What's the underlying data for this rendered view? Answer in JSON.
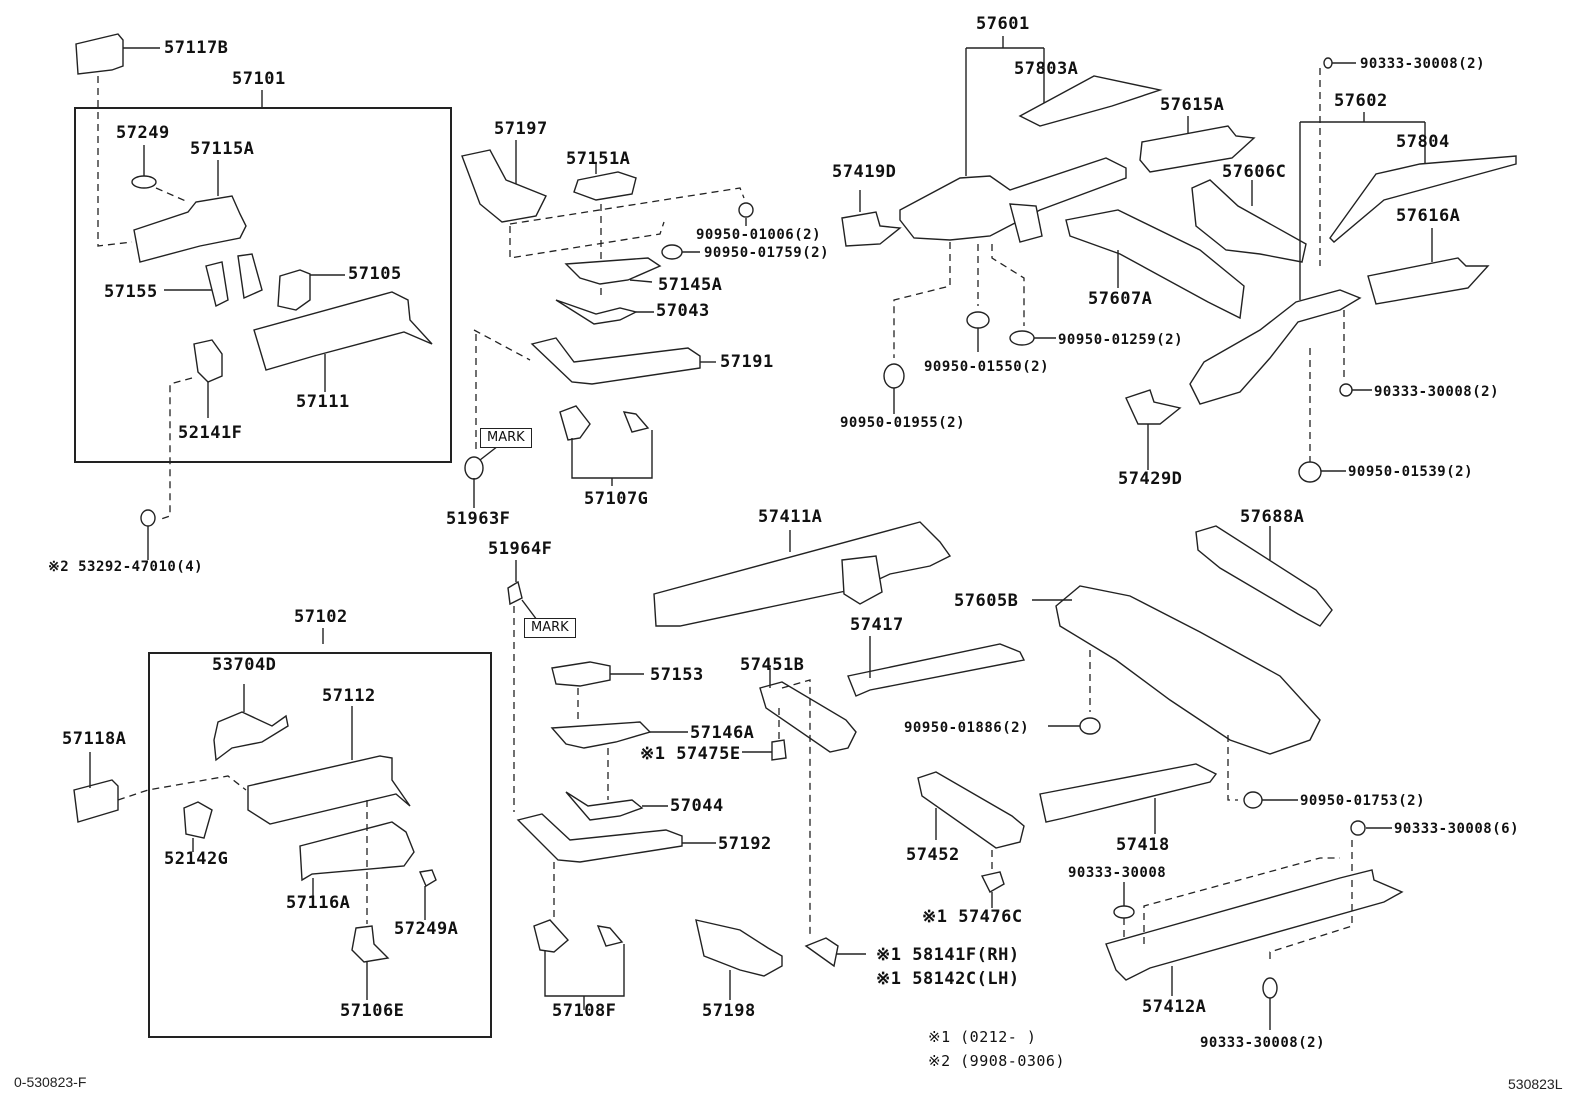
{
  "diagram": {
    "title": "Front floor / side member parts diagram",
    "ref_left": "0-530823-F",
    "ref_right": "530823L",
    "mark_label": "MARK",
    "notes": [
      {
        "symbol": "※1",
        "text": "(0212-       )"
      },
      {
        "symbol": "※2",
        "text": "(9908-0306)"
      }
    ],
    "groups": {
      "g57101": "57101",
      "g57102": "57102",
      "g57601": "57601",
      "g57602": "57602",
      "g57107G": "57107G",
      "g57108F": "57108F"
    },
    "parts": {
      "p57117B": "57117B",
      "p57249": "57249",
      "p57115A": "57115A",
      "p57155": "57155",
      "p57105": "57105",
      "p57111": "57111",
      "p52141F": "52141F",
      "p53292": "※2  53292-47010(4)",
      "p53704D": "53704D",
      "p57112": "57112",
      "p57118A": "57118A",
      "p52142G": "52142G",
      "p57116A": "57116A",
      "p57249A": "57249A",
      "p57106E": "57106E",
      "p57197": "57197",
      "p57151A": "57151A",
      "p9095001006": "90950-01006(2)",
      "p9095001759": "90950-01759(2)",
      "p57145A": "57145A",
      "p57043": "57043",
      "p57191": "57191",
      "p51963F": "51963F",
      "p51964F": "51964F",
      "p57153": "57153",
      "p57146A": "57146A",
      "p57475E": "※1 57475E",
      "p57044": "57044",
      "p57192": "57192",
      "p57198": "57198",
      "p57451B": "57451B",
      "p57803A": "57803A",
      "p57419D": "57419D",
      "p57615A": "57615A",
      "p57606C": "57606C",
      "p57607A": "57607A",
      "p9095001259": "90950-01259(2)",
      "p9095001550": "90950-01550(2)",
      "p9095001955": "90950-01955(2)",
      "p9033330008a": "90333-30008(2)",
      "p57804": "57804",
      "p57616A": "57616A",
      "p9033330008b": "90333-30008(2)",
      "p57429D": "57429D",
      "p9095001539": "90950-01539(2)",
      "p57411A": "57411A",
      "p57417": "57417",
      "p57605B": "57605B",
      "p57688A": "57688A",
      "p9095001886": "90950-01886(2)",
      "p9095001753": "90950-01753(2)",
      "p57418": "57418",
      "p57452": "57452",
      "p57476C": "※1 57476C",
      "p58141F": "※1 58141F(RH)",
      "p58142C": "※1 58142C(LH)",
      "p9033330008c": "90333-30008(6)",
      "p9033330008d": "90333-30008",
      "p57412A": "57412A",
      "p9033330008e": "90333-30008(2)"
    }
  }
}
